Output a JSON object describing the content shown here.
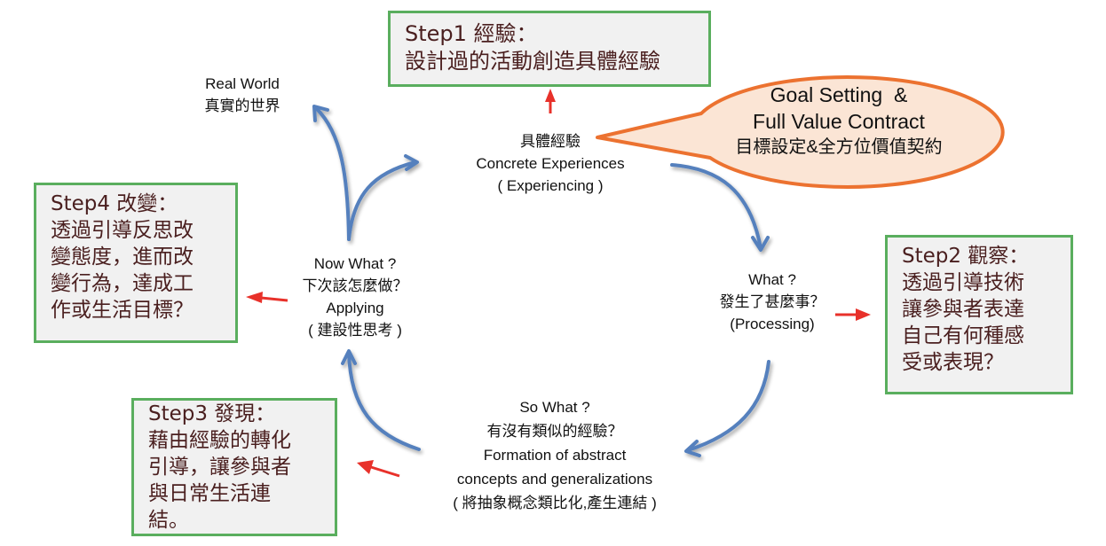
{
  "title": "Experiential Learning Cycle",
  "colors": {
    "cycle_arrow": "#5480bd",
    "step_arrow": "#e8312a",
    "box_border": "#5aae5e",
    "box_fill": "#f1f1f1",
    "box_text": "#4a1f1f",
    "bubble_fill": "#fbe5d5",
    "bubble_border": "#ec7230"
  },
  "nodes": {
    "concrete": {
      "lines": [
        "具體經驗",
        "Concrete Experiences",
        "( Experiencing )"
      ]
    },
    "what": {
      "lines": [
        "What ?",
        "發生了甚麼事？",
        "(Processing)"
      ]
    },
    "so_what": {
      "lines": [
        "So What ?",
        "有沒有類似的經驗？",
        "Formation of abstract",
        "concepts and generalizations",
        "( 將抽象概念類比化,產生連結 )"
      ]
    },
    "now_what": {
      "lines": [
        "Now What ?",
        "下次該怎麼做？",
        "Applying",
        "( 建設性思考 )"
      ]
    },
    "real_world": {
      "lines": [
        "Real World",
        "真實的世界"
      ]
    }
  },
  "steps": [
    {
      "id": "step1",
      "lines": [
        "Step1 經驗：",
        "設計過的活動創造具體經驗"
      ]
    },
    {
      "id": "step2",
      "lines": [
        "Step2 觀察：",
        "透過引導技術",
        "讓參與者表達",
        "自己有何種感",
        "受或表現？"
      ]
    },
    {
      "id": "step3",
      "lines": [
        "Step3 發現：",
        "藉由經驗的轉化",
        "引導，讓參與者",
        "與日常生活連",
        "結。"
      ]
    },
    {
      "id": "step4",
      "lines": [
        "Step4 改變：",
        "透過引導反思改",
        "變態度，進而改",
        "變行為，達成工",
        "作或生活目標？"
      ]
    }
  ],
  "bubble": {
    "lines_en": [
      "Goal Setting  &",
      "Full Value Contract"
    ],
    "line_zh": "目標設定&全方位價值契約"
  }
}
